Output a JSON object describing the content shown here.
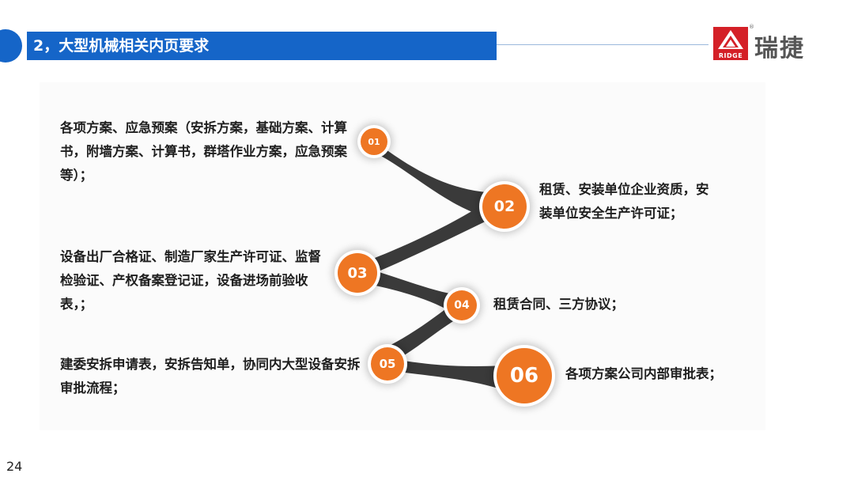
{
  "header": {
    "title": "2，大型机械相关内页要求",
    "logo": {
      "mark_label": "RIDGE",
      "text": "瑞捷",
      "registered": "®"
    }
  },
  "steps": [
    {
      "number": "01",
      "text": "各项方案、应急预案（安拆方案，基础方案、计算书，附墙方案、计算书，群塔作业方案，应急预案等）；"
    },
    {
      "number": "02",
      "text": "租赁、安装单位企业资质，安装单位安全生产许可证；"
    },
    {
      "number": "03",
      "text": "设备出厂合格证、制造厂家生产许可证、监督检验证、产权备案登记证，设备进场前验收表，；"
    },
    {
      "number": "04",
      "text": "租赁合同、三方协议；"
    },
    {
      "number": "05",
      "text": "建委安拆申请表，安拆告知单，协同内大型设备安拆审批流程；"
    },
    {
      "number": "06",
      "text": "各项方案公司内部审批表；"
    }
  ],
  "colors": {
    "title_bar": "#1565c8",
    "node": "#ee7623",
    "connector": "#3a3a3a",
    "logo": "#d42027"
  },
  "page_number": "24"
}
